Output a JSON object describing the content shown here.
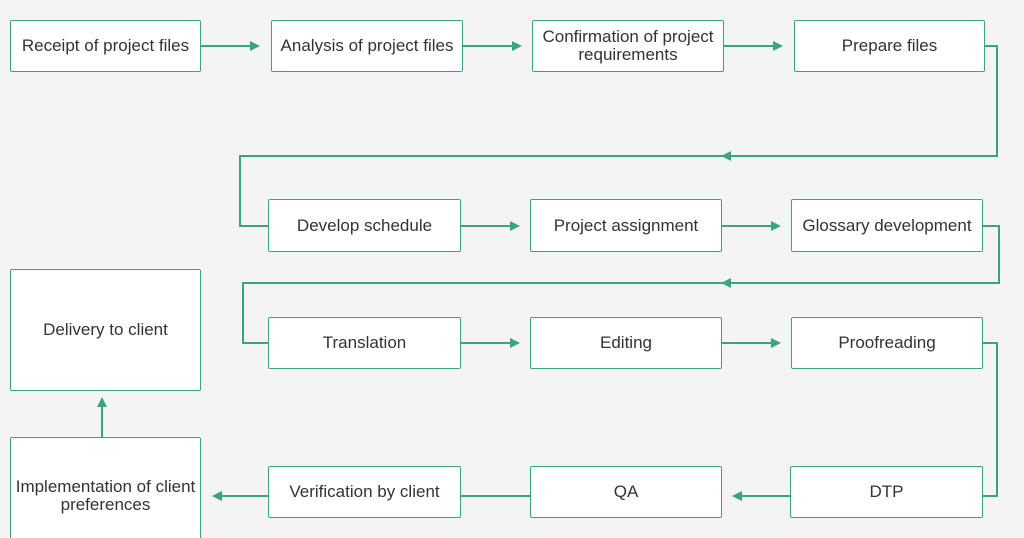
{
  "steps": {
    "receipt": "Receipt of project files",
    "analysis": "Analysis of project files",
    "confirmation": "Confirmation of project requirements",
    "prepare": "Prepare files",
    "schedule": "Develop schedule",
    "assignment": "Project assignment",
    "glossary": "Glossary development",
    "translation": "Translation",
    "editing": "Editing",
    "proofreading": "Proofreading",
    "dtp": "DTP",
    "qa": "QA",
    "verification": "Verification by client",
    "implementation": "Implementation of client preferences",
    "delivery": "Delivery to client"
  },
  "colors": {
    "accent": "#3aa57c",
    "node_fill": "#ffffff",
    "background": "#f4f4f4",
    "text": "#333333"
  }
}
